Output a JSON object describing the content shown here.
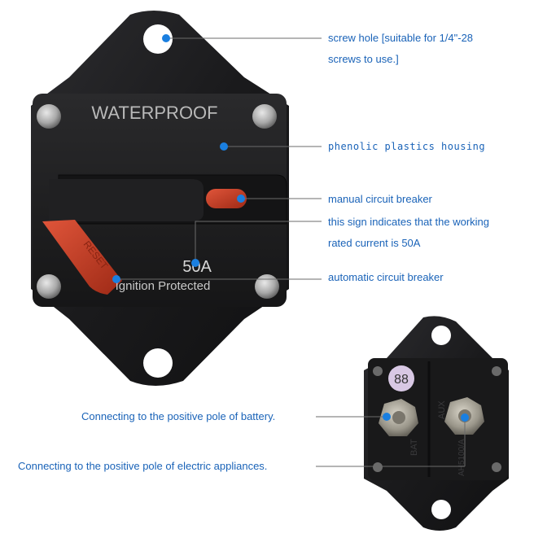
{
  "breaker_front": {
    "top_label": "WATERPROOF",
    "rating_label": "50A",
    "bottom_label": "Ignition Protected",
    "reset_label": "RESET"
  },
  "breaker_back": {
    "code_badge": "88",
    "terminal_left": "BAT",
    "terminal_right": "AUX",
    "model_code": "AH5100/A"
  },
  "annotations": {
    "screw_hole_line1": "screw hole [suitable for 1/4\"-28",
    "screw_hole_line2": "screws to use.]",
    "housing": "phenolic plastics housing",
    "manual": "manual circuit breaker",
    "rated_line1": "this sign indicates that the working",
    "rated_line2": "rated current is 50A",
    "automatic": "automatic circuit breaker",
    "battery": "Connecting to the positive pole of battery.",
    "appliances": "Connecting to the positive pole of electric appliances."
  },
  "colors": {
    "annotation_text": "#1a63b8",
    "marker_dot": "#1a7fe0",
    "leader_line": "#6b6b6b",
    "body_dark": "#1c1c1e",
    "reset_red": "#c23a22"
  }
}
